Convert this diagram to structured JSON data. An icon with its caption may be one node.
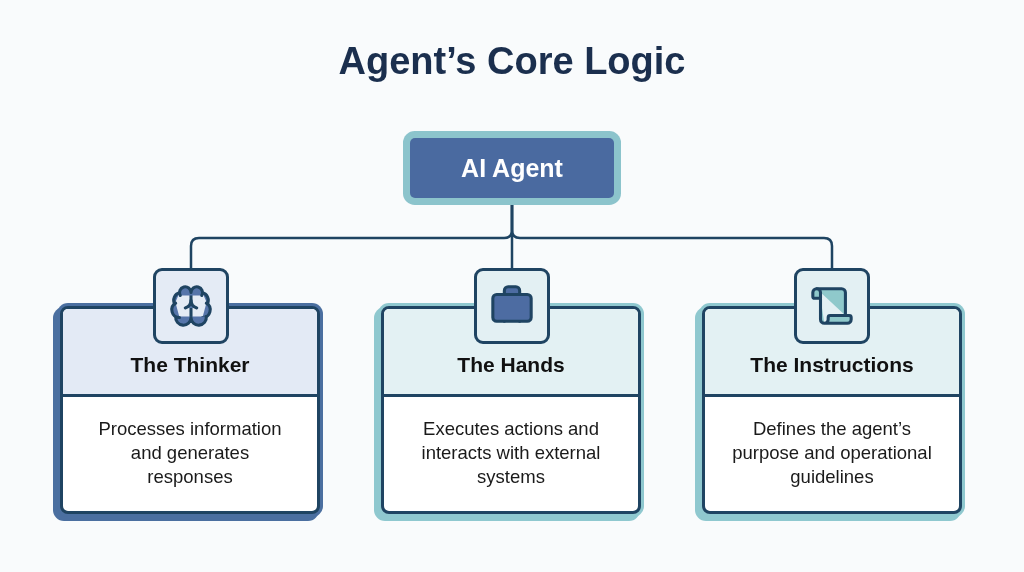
{
  "diagram": {
    "title": "Agent’s Core Logic",
    "nodes": [
      {
        "text": [
          "AI Agent"
        ]
      },
      {
        "text": [],
        "shape": "picture"
      },
      {
        "text": [],
        "shape": "picture"
      },
      {
        "text": [],
        "shape": "picture"
      },
      {
        "text": [
          "The Thinker",
          "Processes information and generates responses"
        ]
      },
      {
        "text": [
          "The Hands",
          "Executes actions and interacts with external systems"
        ]
      },
      {
        "text": [
          "The Instructions",
          "Defines the agent’s purpose and operational guidelines"
        ]
      }
    ],
    "edges": [
      {
        "from": 0,
        "to": 1,
        "arrow": "none"
      },
      {
        "from": 0,
        "to": 2,
        "arrow": "none"
      },
      {
        "from": 0,
        "to": 3,
        "arrow": "none"
      }
    ]
  }
}
